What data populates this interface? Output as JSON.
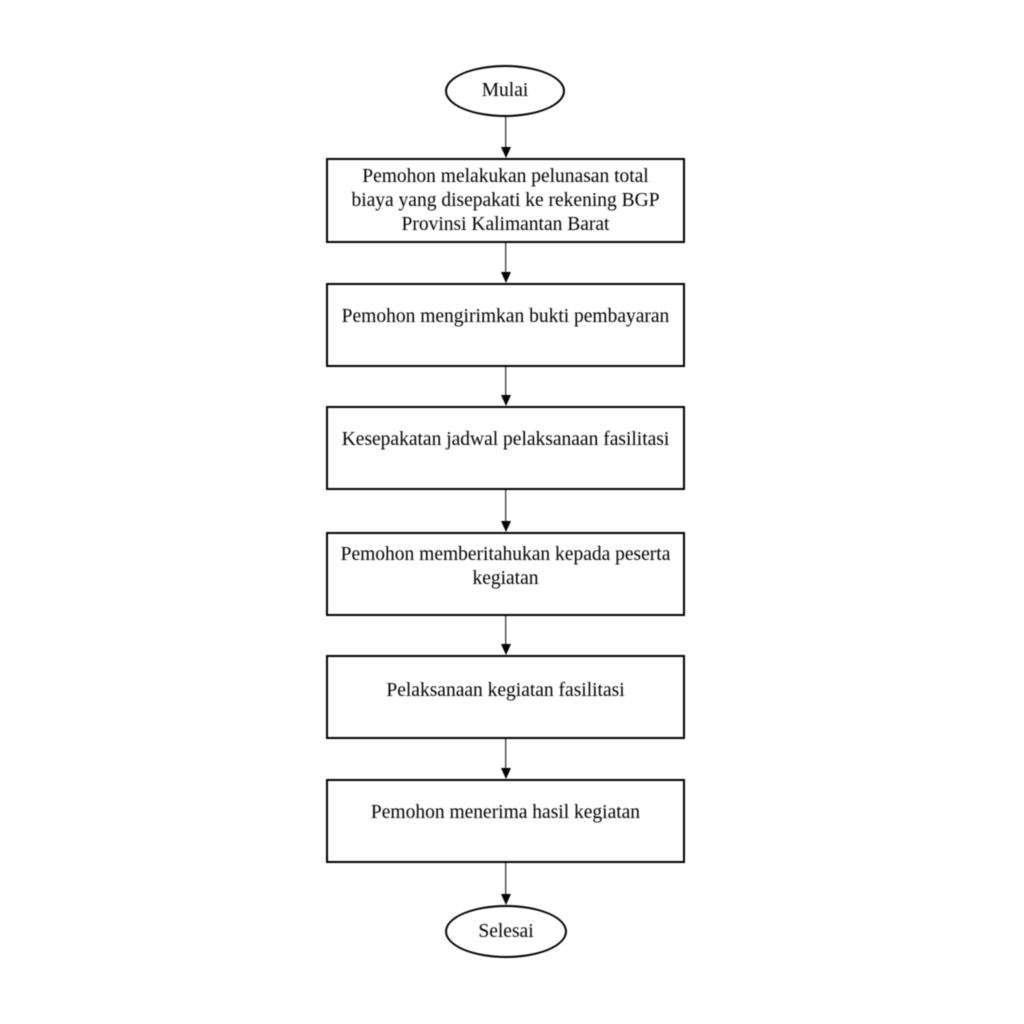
{
  "diagram": {
    "type": "flowchart",
    "background_color": "#ffffff",
    "stroke_color": "#000000",
    "text_color": "#000000",
    "start_terminal": {
      "label": "Mulai"
    },
    "end_terminal": {
      "label": "Selesai"
    },
    "steps": [
      {
        "label": [
          "Pemohon melakukan pelunasan total",
          "biaya yang disepakati ke rekening BGP",
          "Provinsi Kalimantan Barat"
        ]
      },
      {
        "label": [
          "Pemohon mengirimkan bukti pembayaran"
        ]
      },
      {
        "label": [
          "Kesepakatan jadwal pelaksanaan fasilitasi"
        ]
      },
      {
        "label": [
          "Pemohon memberitahukan kepada peserta",
          "kegiatan"
        ]
      },
      {
        "label": [
          "Pelaksanaan kegiatan fasilitasi"
        ]
      },
      {
        "label": [
          "Pemohon menerima hasil kegiatan"
        ]
      }
    ],
    "connectors": [
      {
        "from": "start-terminal",
        "to": "step-1"
      },
      {
        "from": "step-1",
        "to": "step-2"
      },
      {
        "from": "step-2",
        "to": "step-3"
      },
      {
        "from": "step-3",
        "to": "step-4"
      },
      {
        "from": "step-4",
        "to": "step-5"
      },
      {
        "from": "step-5",
        "to": "step-6"
      },
      {
        "from": "step-6",
        "to": "end-terminal"
      }
    ]
  }
}
